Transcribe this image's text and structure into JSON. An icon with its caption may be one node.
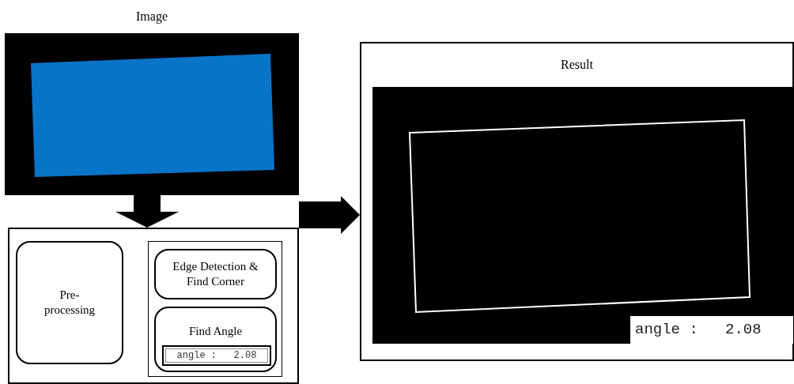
{
  "diagram": {
    "nodes": [
      {
        "text": [
          "Image"
        ]
      },
      {
        "text": [],
        "shape": "box"
      },
      {
        "text": [
          "Pre- processing"
        ],
        "in": 1
      },
      {
        "text": [],
        "shape": "box",
        "in": 1
      },
      {
        "text": [
          "Edge Detection & Find Corner"
        ],
        "in": 3
      },
      {
        "text": [
          "Find Angle"
        ],
        "in": 3
      },
      {
        "text": [
          "angle :   2.08"
        ],
        "in": 5
      },
      {
        "text": [
          "Result"
        ]
      },
      {
        "text": [],
        "shape": "picture",
        "in": 7
      }
    ],
    "edges": [
      {
        "from": 0,
        "to": 1,
        "arrow": "to",
        "style": "thick"
      },
      {
        "from": 1,
        "to": 7,
        "arrow": "to",
        "style": "thick"
      }
    ],
    "labels": [
      "angle :   2.08"
    ]
  }
}
